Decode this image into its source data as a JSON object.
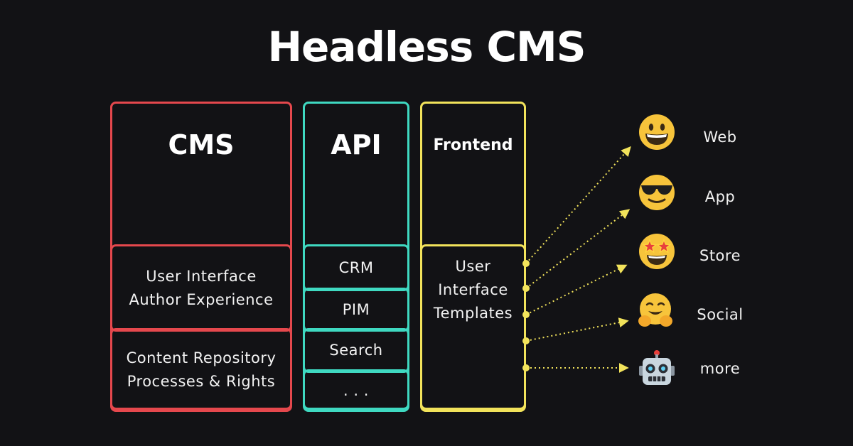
{
  "title": "Headless CMS",
  "columns": {
    "cms": {
      "label": "CMS",
      "cells": [
        "User Interface\nAuthor Experience",
        "Content Repository\nProcesses & Rights"
      ]
    },
    "api": {
      "label": "API",
      "cells": [
        "CRM",
        "PIM",
        "Search",
        ". . ."
      ]
    },
    "frontend": {
      "label": "Frontend",
      "cells": [
        "User\nInterface\nTemplates"
      ]
    }
  },
  "targets": [
    {
      "label": "Web",
      "icon": "grinning-face-icon"
    },
    {
      "label": "App",
      "icon": "sunglasses-face-icon"
    },
    {
      "label": "Store",
      "icon": "star-struck-face-icon"
    },
    {
      "label": "Social",
      "icon": "hugging-face-icon"
    },
    {
      "label": "more",
      "icon": "robot-face-icon"
    }
  ],
  "colors": {
    "background": "#121215",
    "cms": "#e5484d",
    "api": "#3fd9c1",
    "frontend": "#f2e35b",
    "arrow": "#f2e35b"
  }
}
